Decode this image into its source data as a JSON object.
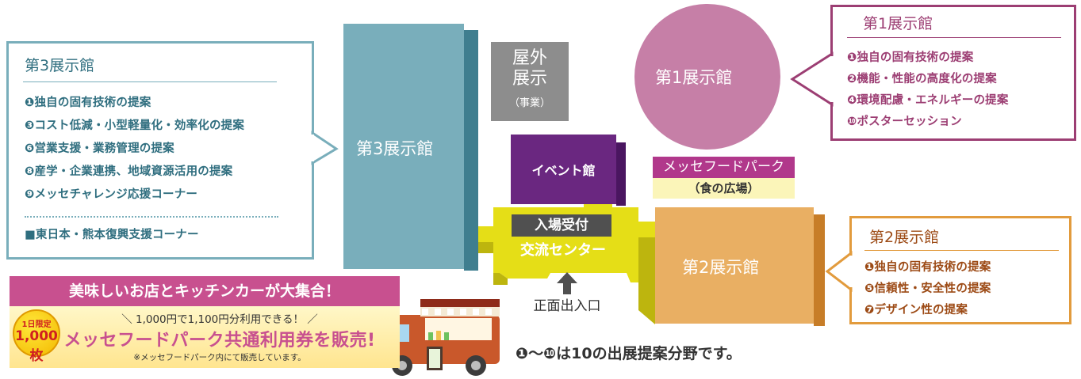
{
  "colors": {
    "hall3": "#79aebb",
    "hall1": "#c67fa7",
    "hall2": "#e9af63",
    "event_hall": "#6a2780",
    "food_park": "#b1388b",
    "exchange_center": "#e5de17",
    "banner_accent": "#c8508f"
  },
  "hall3_callout": {
    "title": "第3展示館",
    "items": [
      "❶独自の固有技術の提案",
      "❸コスト低減・小型軽量化・効率化の提案",
      "❻営業支援・業務管理の提案",
      "❽産学・企業連携、地域資源活用の提案",
      "❾メッセチャレンジ応援コーナー"
    ],
    "extra": "■東日本・熊本復興支援コーナー"
  },
  "hall1_callout": {
    "title": "第1展示館",
    "items": [
      "❶独自の固有技術の提案",
      "❷機能・性能の高度化の提案",
      "❹環境配慮・エネルギーの提案",
      "❿ポスターセッション"
    ]
  },
  "hall2_callout": {
    "title": "第2展示館",
    "items": [
      "❶独自の固有技術の提案",
      "❺信頼性・安全性の提案",
      "❼デザイン性の提案"
    ]
  },
  "map": {
    "hall3_label": "第3展示館",
    "hall1_label": "第1展示館",
    "hall2_label": "第2展示館",
    "outdoor_label_line1": "屋外",
    "outdoor_label_line2": "展示",
    "outdoor_sub": "（事業）",
    "event_hall_label": "イベント館",
    "food_park_label": "メッセフードパーク",
    "food_park_sub": "（食の広場）",
    "reception_label": "入場受付",
    "exchange_center_label": "交流センター",
    "main_entrance_label": "正面出入口"
  },
  "note": "❶〜❿は10の出展提案分野です。",
  "banner": {
    "headline": "美味しいお店とキッチンカーが大集合！",
    "subline": "＼ 1,000円で1,100円分利用できる！ ／",
    "main": "メッセフードパーク共通利用券を販売!",
    "small": "※メッセフードパーク内にて販売しています。",
    "badge_top": "1日限定",
    "badge_main": "1,000枚"
  }
}
